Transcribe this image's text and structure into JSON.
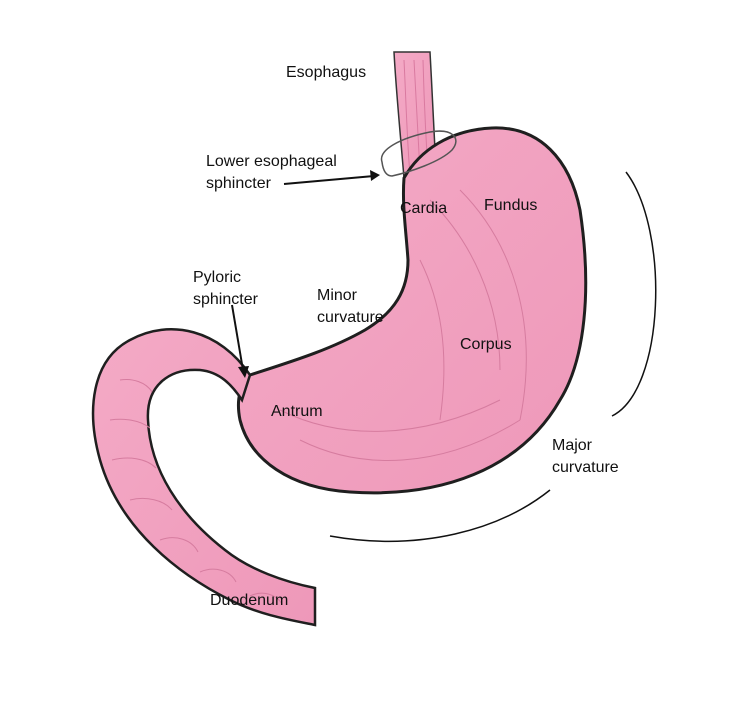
{
  "labels": {
    "esophagus": "Esophagus",
    "les_line1": "Lower esophageal",
    "les_line2": "sphincter",
    "cardia": "Cardia",
    "fundus": "Fundus",
    "pyloric_line1": "Pyloric",
    "pyloric_line2": "sphincter",
    "minor_line1": "Minor",
    "minor_line2": "curvature",
    "corpus": "Corpus",
    "antrum": "Antrum",
    "major_line1": "Major",
    "major_line2": "curvature",
    "duodenum": "Duodenum"
  },
  "colors": {
    "tissue": "#f2a3c1",
    "tissue_dark": "#e58aae",
    "outline": "#222222",
    "text": "#111111"
  }
}
